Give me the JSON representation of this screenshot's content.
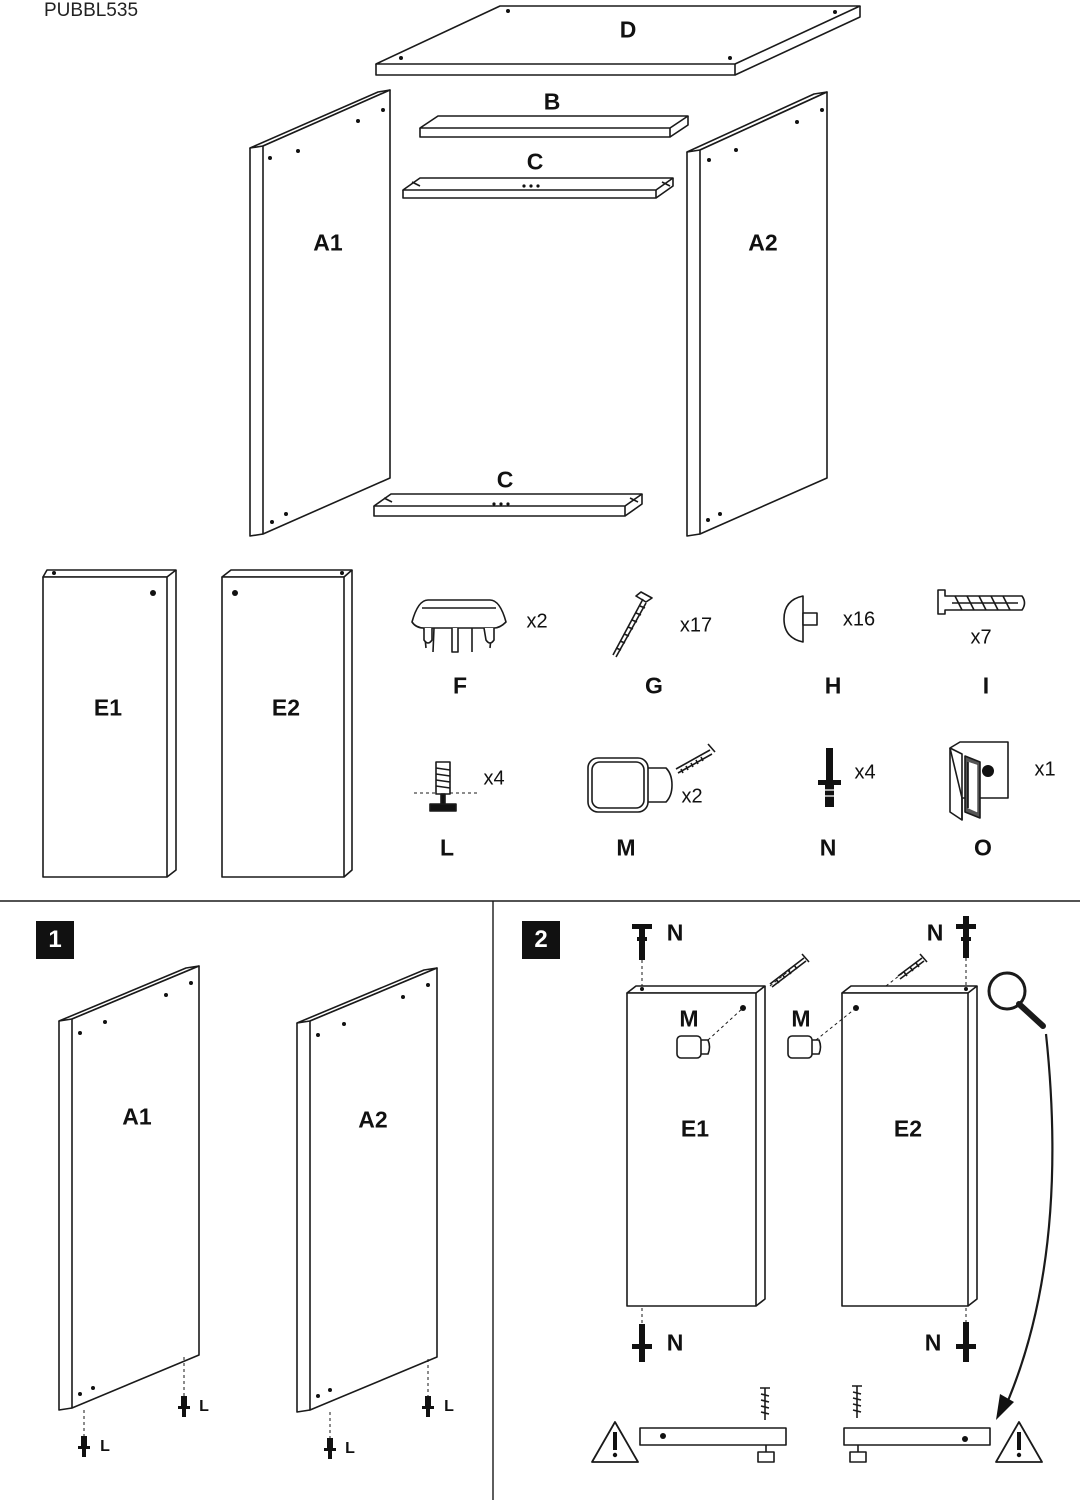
{
  "document": {
    "code": "PUBBL535"
  },
  "overview": {
    "labels": {
      "D": "D",
      "B": "B",
      "C_top": "C",
      "C_bottom": "C",
      "A1": "A1",
      "A2": "A2",
      "E1": "E1",
      "E2": "E2"
    }
  },
  "hardware": [
    {
      "letter": "F",
      "qty": "x2",
      "icon": "bumper-icon"
    },
    {
      "letter": "G",
      "qty": "x17",
      "icon": "screw-icon"
    },
    {
      "letter": "H",
      "qty": "x16",
      "icon": "cap-icon"
    },
    {
      "letter": "I",
      "qty": "x7",
      "icon": "wall-plug-icon"
    },
    {
      "letter": "L",
      "qty": "x4",
      "icon": "leveling-foot-icon"
    },
    {
      "letter": "M",
      "qty": "x2",
      "icon": "knob-icon"
    },
    {
      "letter": "N",
      "qty": "x4",
      "icon": "dowel-pin-icon"
    },
    {
      "letter": "O",
      "qty": "x1",
      "icon": "hinge-plate-icon"
    }
  ],
  "step1": {
    "number": "1",
    "panel_left": "A1",
    "panel_right": "A2",
    "part": "L"
  },
  "step2": {
    "number": "2",
    "panel_left": "E1",
    "panel_right": "E2",
    "knob": "M",
    "pin": "N",
    "icons": [
      "magnifier-icon",
      "warning-icon"
    ]
  }
}
